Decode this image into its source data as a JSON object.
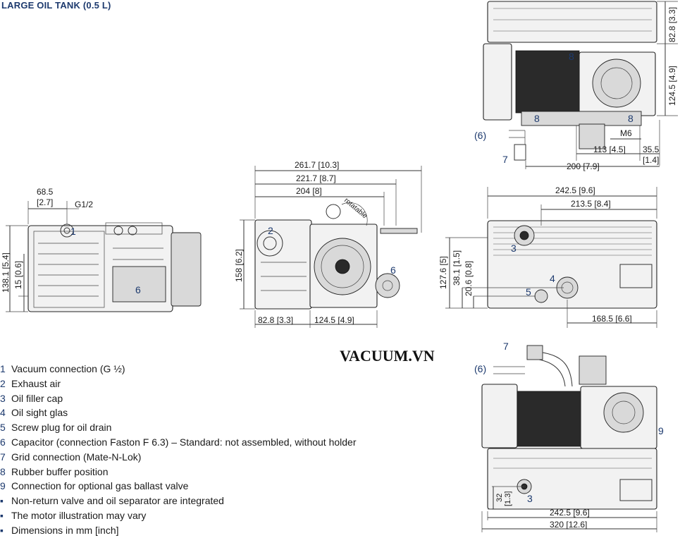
{
  "title": "LARGE OIL TANK (0.5 L)",
  "watermark": "VACUUM.VN",
  "legend": [
    {
      "num": "1",
      "text": "Vacuum connection (G ½)"
    },
    {
      "num": "2",
      "text": "Exhaust air"
    },
    {
      "num": "3",
      "text": "Oil filler cap"
    },
    {
      "num": "4",
      "text": "Oil sight glas"
    },
    {
      "num": "5",
      "text": "Screw plug for oil drain"
    },
    {
      "num": "6",
      "text": "Capacitor (connection Faston F 6.3) – Standard: not assembled, without holder"
    },
    {
      "num": "7",
      "text": "Grid connection (Mate-N-Lok)"
    },
    {
      "num": "8",
      "text": "Rubber buffer position"
    },
    {
      "num": "9",
      "text": "Connection for optional gas ballast valve"
    }
  ],
  "notes": [
    "Non-return valve and oil separator are integrated",
    "The motor illustration may vary",
    "Dimensions in mm [inch]"
  ],
  "side_view": {
    "dim_top": "68.5",
    "dim_top_inch": "[2.7]",
    "thread": "G1/2",
    "dim_height": "138.1 [5.4]",
    "dim_inner": "15 [0.6]",
    "callout_1": "1",
    "callout_6": "6"
  },
  "front_view": {
    "dim_total": "261.7 [10.3]",
    "dim_mid": "221.7 [8.7]",
    "dim_short": "204 [8]",
    "rotatable": "rotatable",
    "dim_height": "158 [6.2]",
    "dim_bottom_left": "82.8 [3.3]",
    "dim_bottom_right": "124.5 [4.9]",
    "callout_2": "2",
    "callout_6": "6"
  },
  "top_view": {
    "dim_right_top": "82.8 [3.3]",
    "dim_right_mid": "124.5 [4.9]",
    "thread": "M6",
    "dim_113": "113 [4.5]",
    "dim_35": "35.5",
    "dim_35_inch": "[1.4]",
    "dim_200": "200 [7.9]",
    "callout_8a": "8",
    "callout_8b": "8",
    "callout_8c": "8",
    "callout_6": "(6)",
    "callout_7": "7"
  },
  "end_view": {
    "dim_width": "242.5 [9.6]",
    "dim_213": "213.5 [8.4]",
    "dim_127": "127.6 [5]",
    "dim_38": "38.1 [1.5]",
    "dim_20": "20.6 [0.8]",
    "dim_168": "168.5 [6.6]",
    "callout_3": "3",
    "callout_4": "4",
    "callout_5": "5"
  },
  "lower_view": {
    "callout_7": "7",
    "callout_6": "(6)",
    "callout_9": "9",
    "callout_3": "3",
    "dim_32": "32",
    "dim_32_inch": "[1.3]",
    "dim_242": "242.5 [9.6]",
    "dim_320": "320 [12.6]"
  }
}
